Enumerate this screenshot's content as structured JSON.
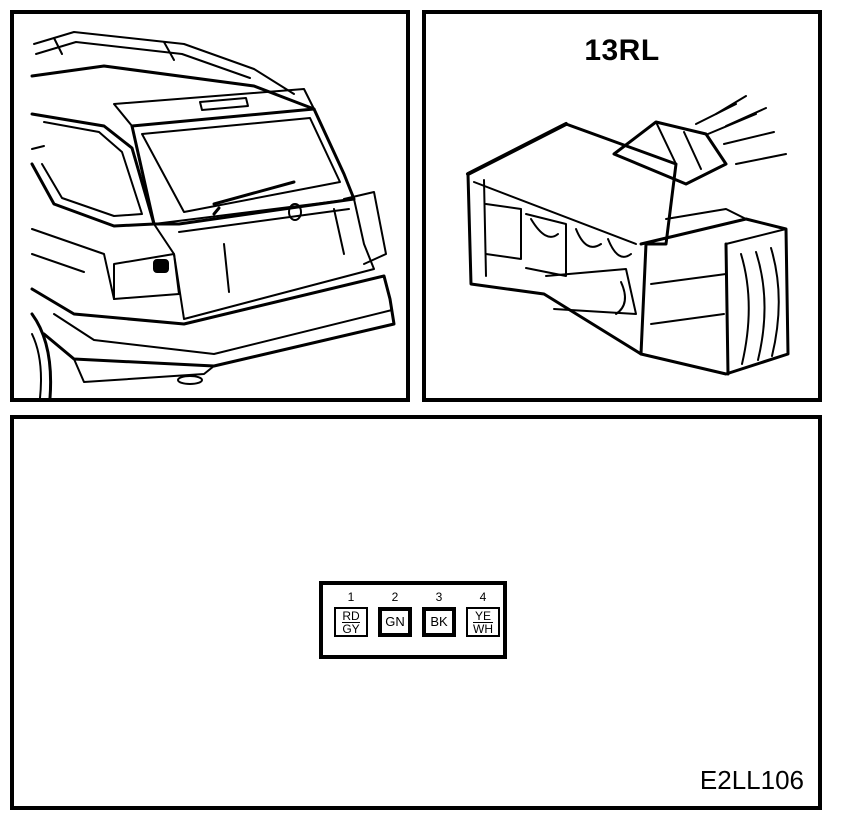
{
  "connector": {
    "title": "13RL"
  },
  "figure": {
    "id": "E2LL106"
  },
  "pins": [
    {
      "number": "1",
      "colors": [
        "RD",
        "GY"
      ]
    },
    {
      "number": "2",
      "colors": [
        "GN"
      ]
    },
    {
      "number": "3",
      "colors": [
        "BK"
      ]
    },
    {
      "number": "4",
      "colors": [
        "YE",
        "WH"
      ]
    }
  ]
}
